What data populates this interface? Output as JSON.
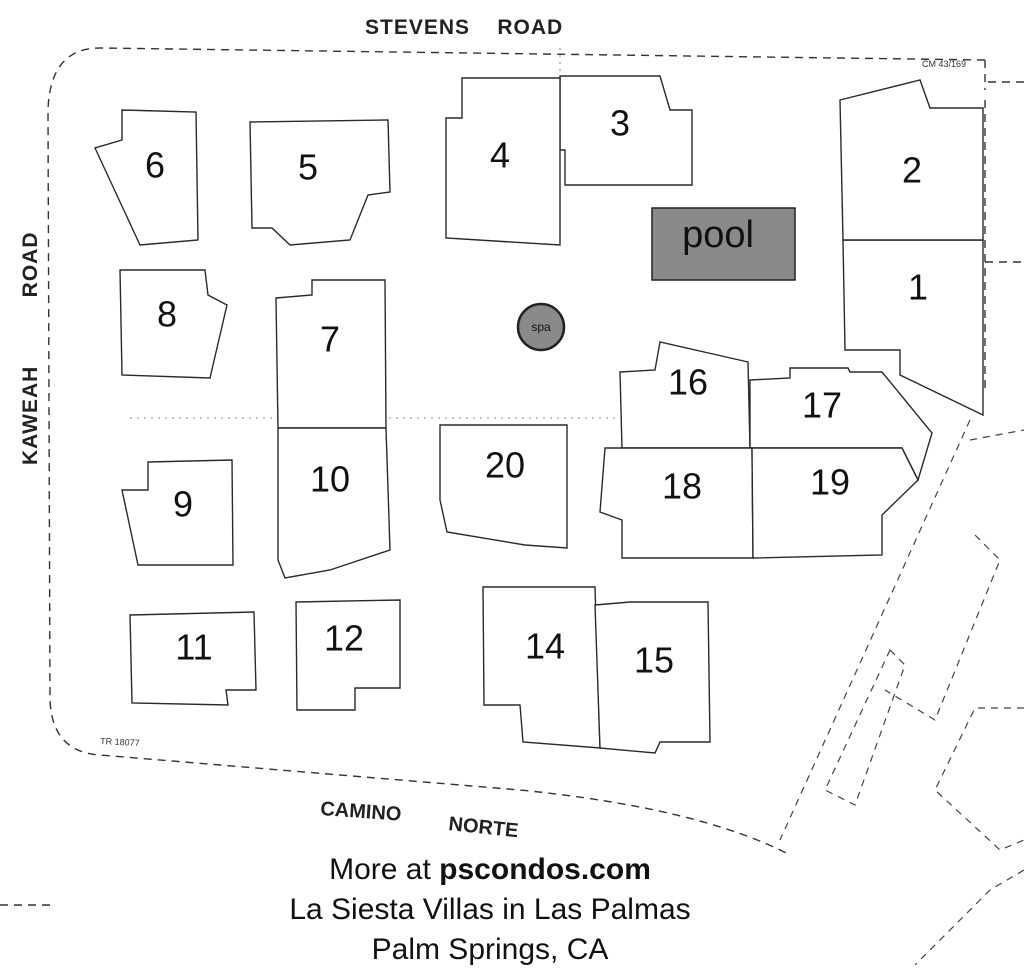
{
  "streets": {
    "north": "STEVENS ROAD",
    "west": "KAWEAH ROAD",
    "south_1": "CAMINO",
    "south_2": "NORTE"
  },
  "annotations": {
    "cm": "CM 43/169",
    "tr": "TR 18077"
  },
  "lots": [
    "1",
    "2",
    "3",
    "4",
    "5",
    "6",
    "7",
    "8",
    "9",
    "10",
    "11",
    "12",
    "14",
    "15",
    "16",
    "17",
    "18",
    "19",
    "20"
  ],
  "amenities": {
    "pool": "pool",
    "spa": "spa"
  },
  "footer": {
    "more_prefix": "More at ",
    "website": "pscondos.com",
    "line2": "La Siesta Villas in Las Palmas",
    "line3": "Palm Springs, CA"
  },
  "colors": {
    "amenity_fill": "#8a8a8a",
    "line": "#2a2a2a"
  }
}
